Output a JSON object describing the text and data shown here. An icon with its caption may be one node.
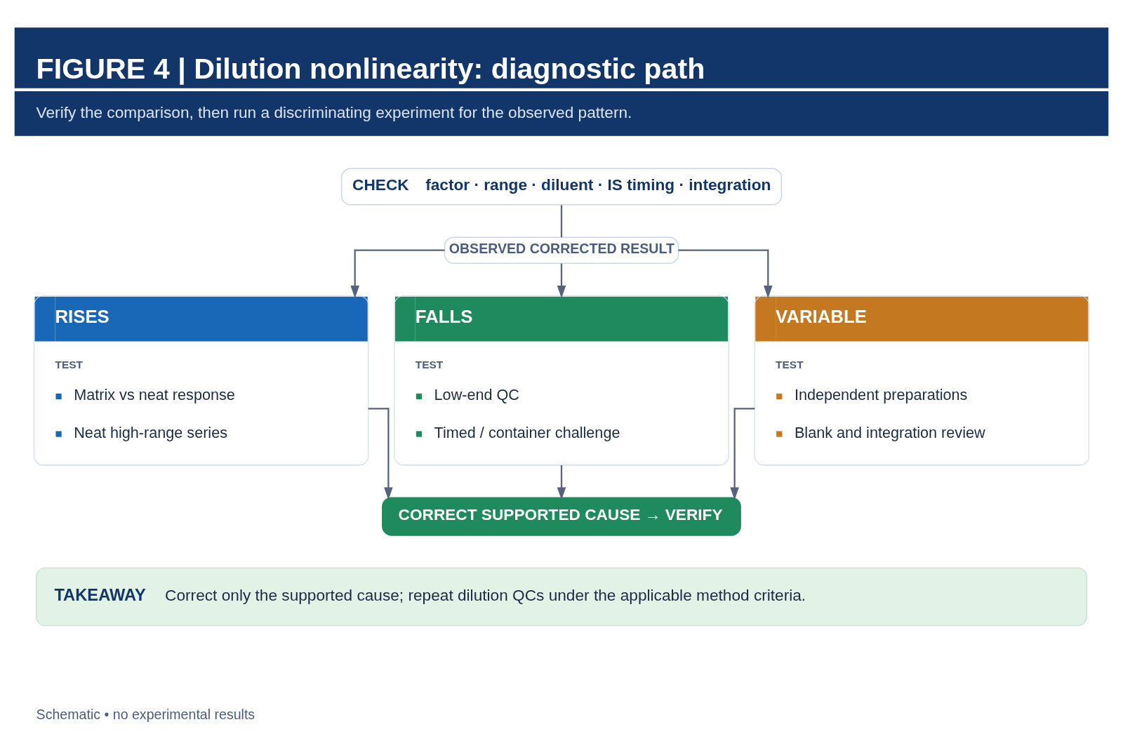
{
  "diagram": {
    "title": "FIGURE 4 | Dilution nonlinearity: diagnostic path",
    "nodes": [
      {
        "text": [
          "CHECK",
          "factor · range · diluent · IS timing · integration"
        ]
      },
      {
        "text": [
          "OBSERVED CORRECTED RESULT"
        ]
      },
      {
        "text": [
          "RISES",
          "TEST",
          "Matrix vs neat response",
          "Neat high-range series"
        ]
      },
      {
        "text": [
          "FALLS",
          "TEST",
          "Low-end QC",
          "Timed / container challenge"
        ]
      },
      {
        "text": [
          "VARIABLE",
          "TEST",
          "Independent preparations",
          "Blank and integration review"
        ]
      },
      {
        "text": [
          "CORRECT SUPPORTED CAUSE → VERIFY"
        ]
      },
      {
        "text": [
          "TAKEAWAY",
          "Correct only the supported cause; repeat dilution QCs under the applicable method criteria."
        ]
      }
    ],
    "edges": [
      {
        "from": 0,
        "to": 1,
        "arrow": "none"
      },
      {
        "from": 1,
        "to": 2,
        "arrow": "to"
      },
      {
        "from": 1,
        "to": 3,
        "arrow": "to"
      },
      {
        "from": 1,
        "to": 4,
        "arrow": "to"
      },
      {
        "from": 2,
        "to": 5,
        "arrow": "to"
      },
      {
        "from": 3,
        "to": 5,
        "arrow": "to"
      },
      {
        "from": 4,
        "to": 5,
        "arrow": "to"
      }
    ],
    "labels": [
      "Verify the comparison, then run a discriminating experiment for the observed pattern.",
      "Schematic • no experimental results"
    ]
  }
}
